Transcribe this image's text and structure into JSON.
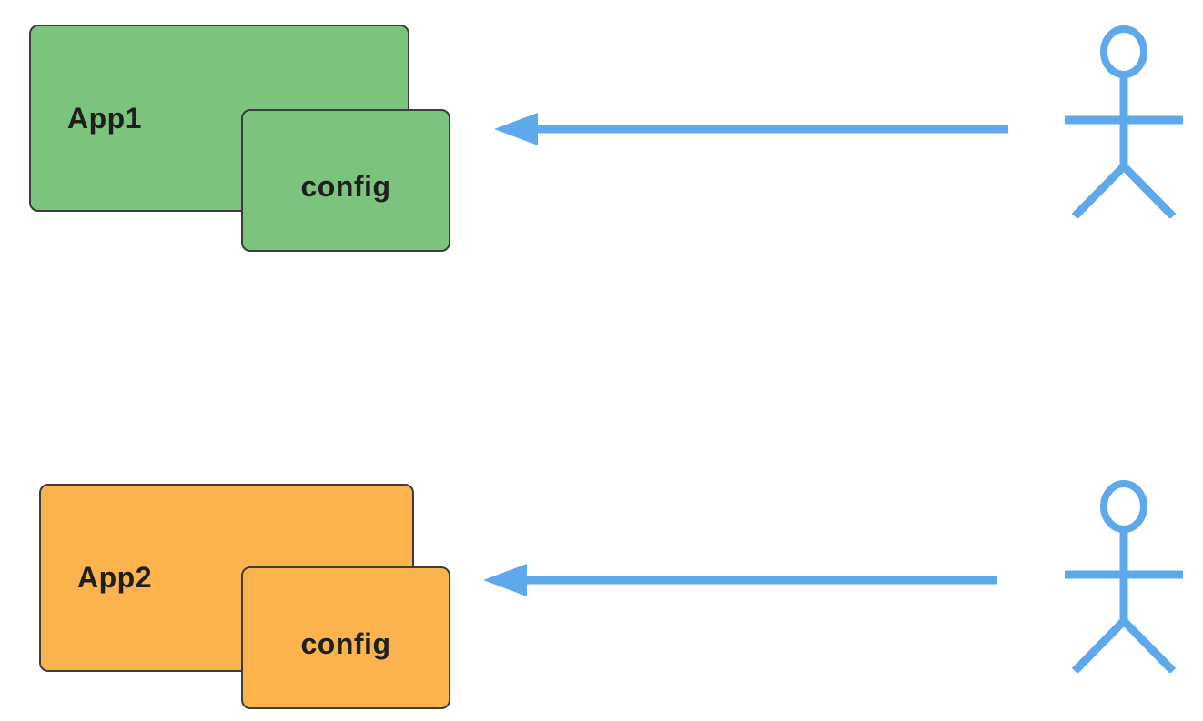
{
  "canvas": {
    "background": "#ffffff"
  },
  "colors": {
    "canvas-bg": "#ffffff",
    "green-fill": "#7cc47e",
    "orange-fill": "#fbb34e",
    "node-border": "#3d3d3d",
    "label-text": "#1f1f1f",
    "blue": "#5ea9ec"
  },
  "diagram": {
    "row1": {
      "app_label": "App1",
      "config_label": "config",
      "fill_color": "#7cc47e",
      "arrow_direction": "left",
      "actor_icon": "person-stick-figure-icon",
      "arrow_icon": "left-arrow-icon"
    },
    "row2": {
      "app_label": "App2",
      "config_label": "config",
      "fill_color": "#fbb34e",
      "arrow_direction": "left",
      "actor_icon": "person-stick-figure-icon",
      "arrow_icon": "left-arrow-icon"
    }
  }
}
